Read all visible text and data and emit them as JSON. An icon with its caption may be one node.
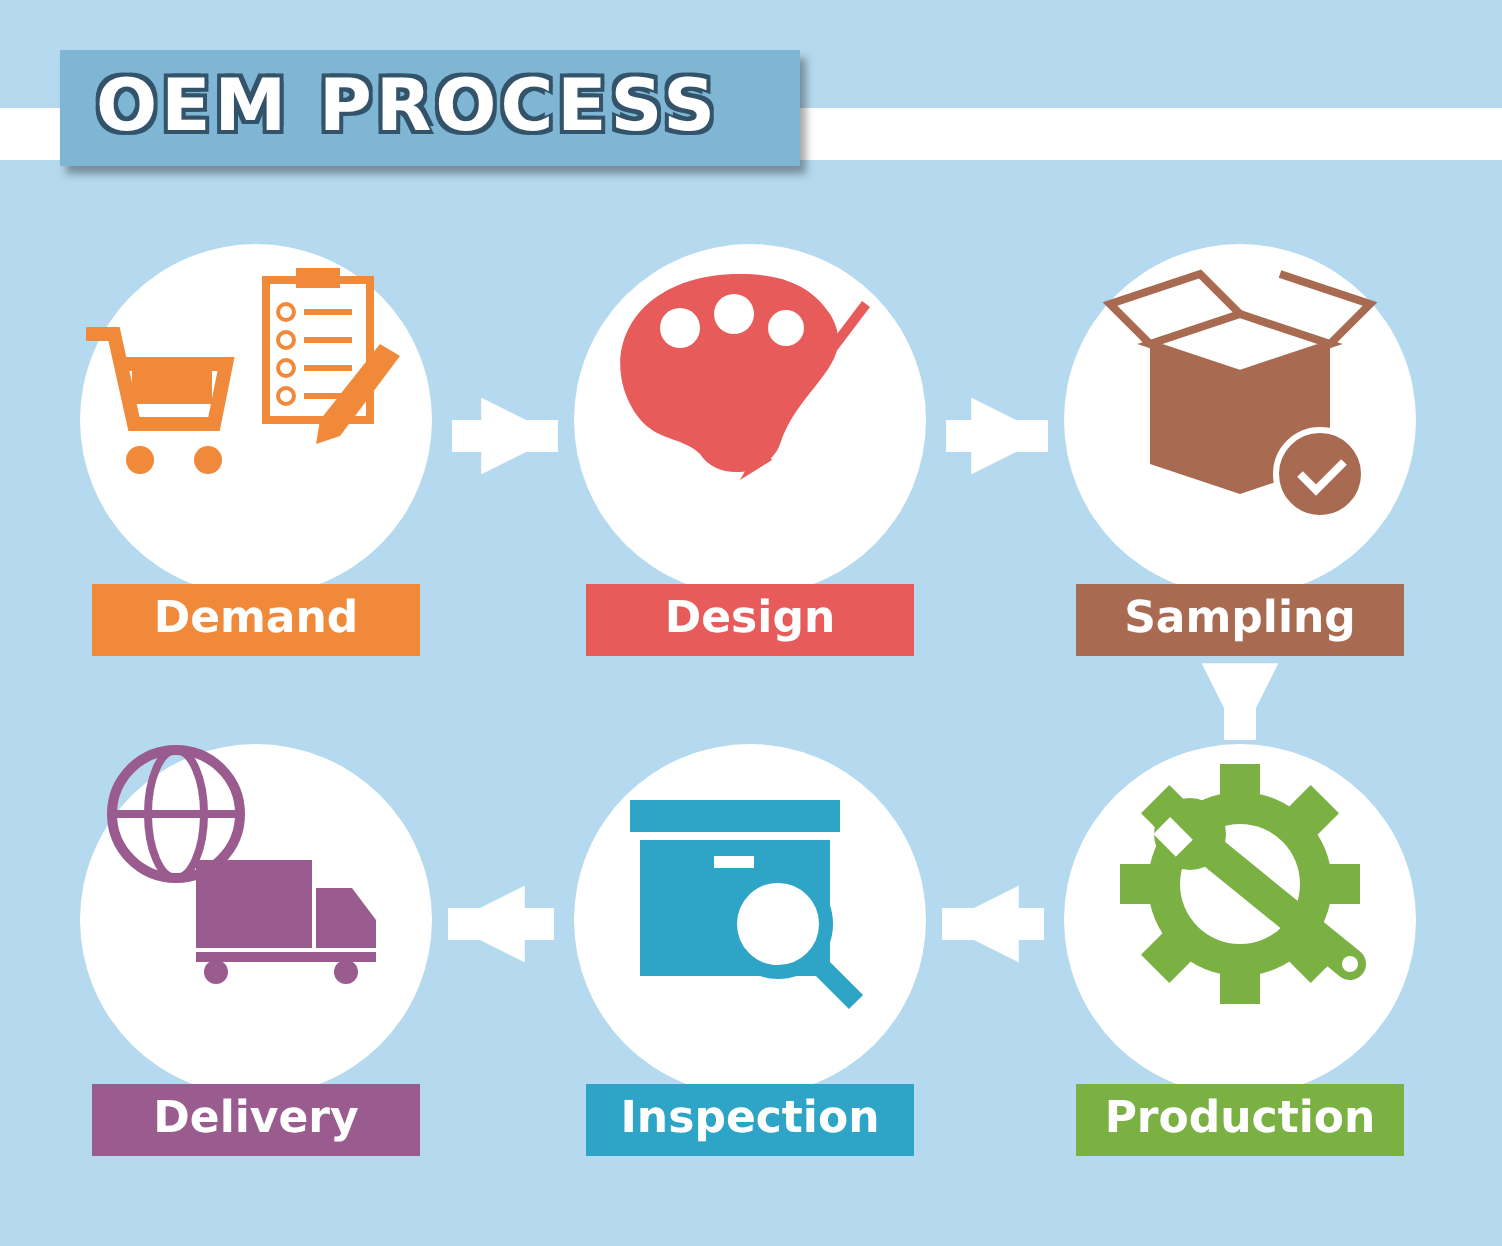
{
  "diagram": {
    "title": "OEM PROCESS",
    "nodes": [
      {
        "text": [
          "Demand"
        ]
      },
      {
        "text": [
          "Design"
        ]
      },
      {
        "text": [
          "Sampling"
        ]
      },
      {
        "text": [
          "Delivery"
        ]
      },
      {
        "text": [
          "Inspection"
        ]
      },
      {
        "text": [
          "Production"
        ]
      }
    ],
    "edges": [
      {
        "from": 0,
        "to": 1,
        "arrow": "to"
      },
      {
        "from": 1,
        "to": 2,
        "arrow": "to"
      },
      {
        "from": 2,
        "to": 5,
        "arrow": "to"
      },
      {
        "from": 5,
        "to": 4,
        "arrow": "to"
      },
      {
        "from": 4,
        "to": 3,
        "arrow": "to"
      }
    ]
  }
}
